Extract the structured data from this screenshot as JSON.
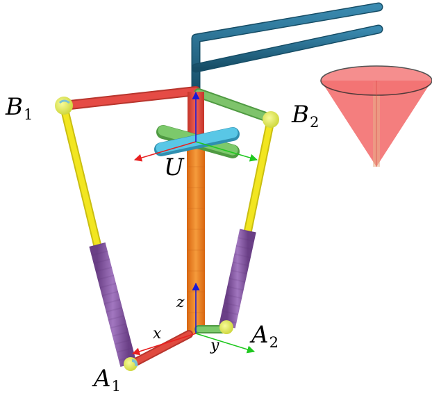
{
  "labels": {
    "b1": {
      "main": "B",
      "sub": "1"
    },
    "b2": {
      "main": "B",
      "sub": "2"
    },
    "u": "U",
    "z": "z",
    "x": "x",
    "y": "y",
    "a1": {
      "main": "A",
      "sub": "1"
    },
    "a2": {
      "main": "A",
      "sub": "2"
    }
  },
  "colors": {
    "frame": "#1f6b8f",
    "mast": "#e8b08a",
    "cone": "#f15a5a",
    "top_bar_left": "#e54b45",
    "top_bar_right": "#7ec36b",
    "center_upper": "#e04a3f",
    "center_lower": "#f07f22",
    "leg_upper": "#f2e620",
    "leg_lower": "#8b58a8",
    "joint": "#e3ea4d",
    "joint_accent": "#7cc3d3",
    "universal_cyan": "#59c7e6",
    "universal_green": "#7cc96b",
    "base_left": "#e04a3f",
    "base_right": "#7cc96b",
    "axis_x": "#e82020",
    "axis_y": "#20c820",
    "axis_z": "#1a1ad6"
  }
}
